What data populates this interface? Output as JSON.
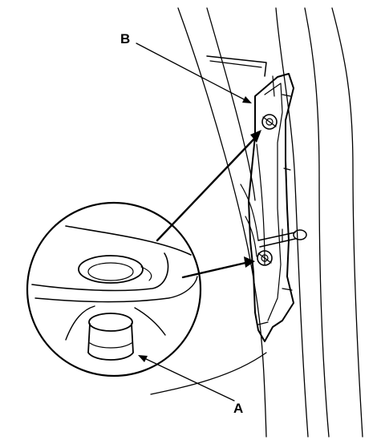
{
  "diagram": {
    "callouts": [
      {
        "id": "B",
        "text": "B"
      },
      {
        "id": "A",
        "text": "A"
      }
    ]
  }
}
